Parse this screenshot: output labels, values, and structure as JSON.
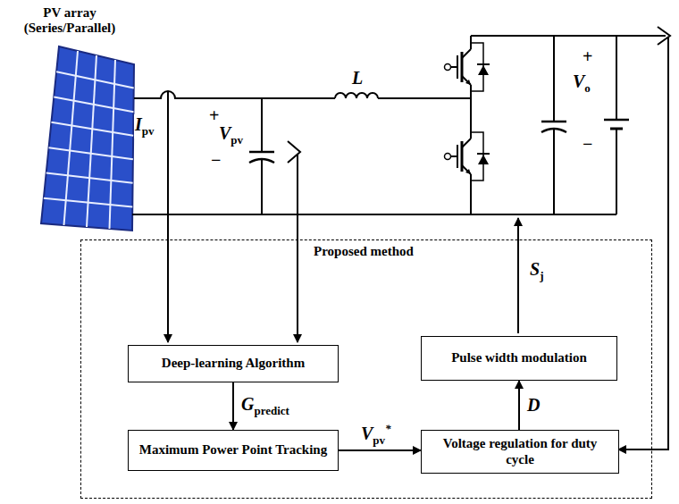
{
  "diagram": {
    "nodes": [
      {
        "text": [
          "Proposed method"
        ]
      },
      {
        "text": [
          "Deep-learning Algorithm"
        ],
        "in": 0
      },
      {
        "text": [
          "Pulse width modulation"
        ],
        "in": 0
      },
      {
        "text": [
          "Maximum Power Point Tracking"
        ],
        "in": 0
      },
      {
        "text": [
          "Voltage regulation for duty cycle"
        ],
        "in": 0
      }
    ],
    "edges": [
      {
        "from": 1,
        "to": 3,
        "label": "Gpredict",
        "arrow": "to"
      },
      {
        "from": 3,
        "to": 4,
        "label": "Vpv*",
        "arrow": "to"
      },
      {
        "from": 4,
        "to": 2,
        "label": "D",
        "arrow": "to"
      }
    ],
    "labels": [
      "PV array (Series/Parallel)",
      "Ipv",
      "+",
      "Vpv",
      "−",
      "L",
      "+",
      "Vo",
      "−",
      "Sj"
    ]
  }
}
